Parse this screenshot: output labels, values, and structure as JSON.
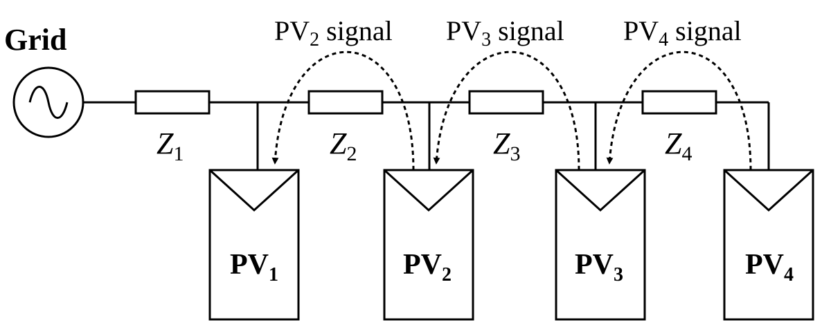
{
  "grid": {
    "label": "Grid"
  },
  "impedances": [
    {
      "letter": "Z",
      "sub": "1"
    },
    {
      "letter": "Z",
      "sub": "2"
    },
    {
      "letter": "Z",
      "sub": "3"
    },
    {
      "letter": "Z",
      "sub": "4"
    }
  ],
  "signals": [
    {
      "prefix": "PV",
      "sub": "2",
      "suffix": " signal"
    },
    {
      "prefix": "PV",
      "sub": "3",
      "suffix": " signal"
    },
    {
      "prefix": "PV",
      "sub": "4",
      "suffix": " signal"
    }
  ],
  "panels": [
    {
      "prefix": "PV",
      "sub": "1"
    },
    {
      "prefix": "PV",
      "sub": "2"
    },
    {
      "prefix": "PV",
      "sub": "3"
    },
    {
      "prefix": "PV",
      "sub": "4"
    }
  ],
  "colors": {
    "line": "#000000",
    "background": "#ffffff"
  }
}
